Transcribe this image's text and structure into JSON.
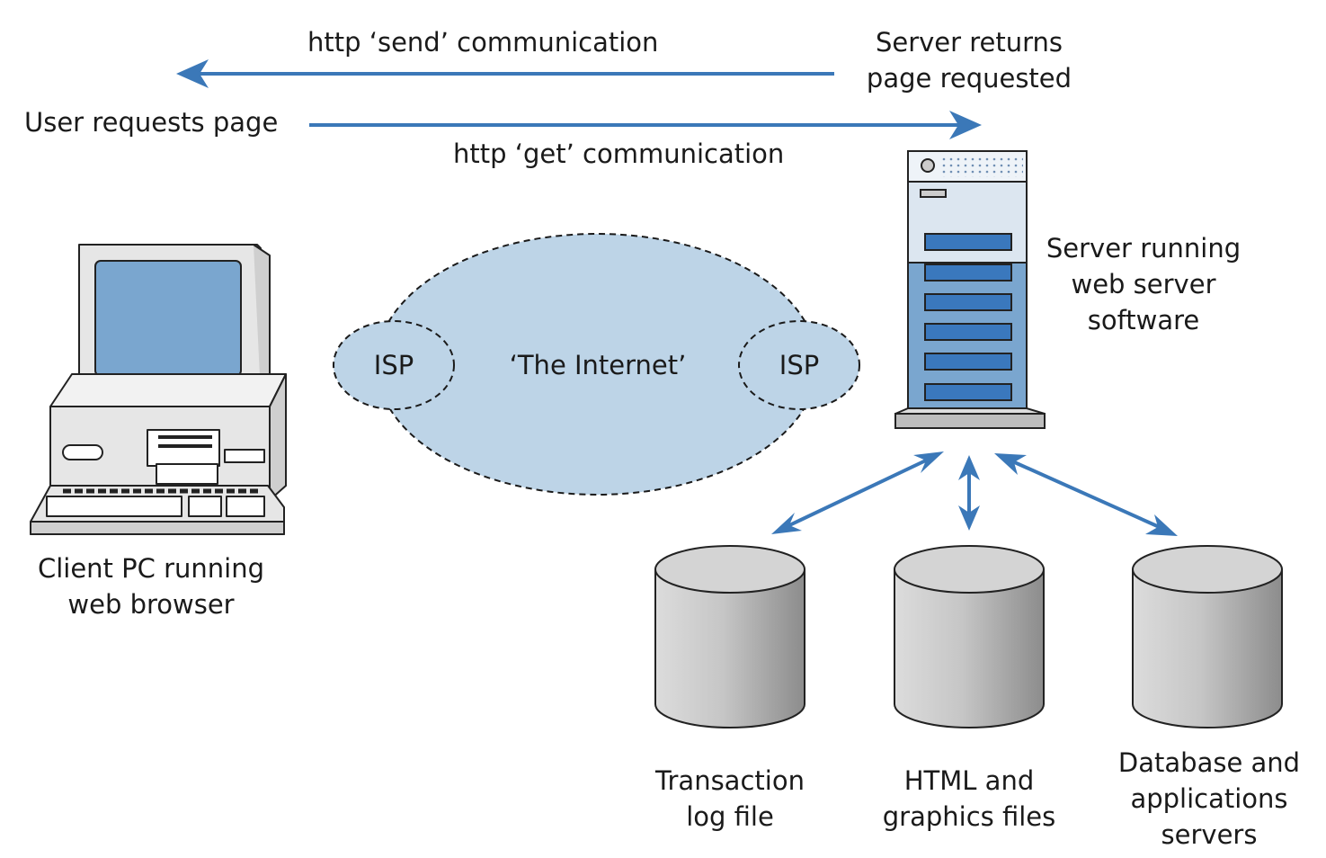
{
  "communication": {
    "send_label": "http ‘send’ communication",
    "get_label": "http ‘get’ communication",
    "server_returns": [
      "Server returns",
      "page requested"
    ],
    "user_requests": "User requests page"
  },
  "network": {
    "internet_label": "‘The Internet’",
    "isp_left": "ISP",
    "isp_right": "ISP"
  },
  "client": {
    "caption": [
      "Client PC running",
      "web browser"
    ]
  },
  "server": {
    "caption": [
      "Server running",
      "web server",
      "software"
    ]
  },
  "storage": [
    {
      "caption": [
        "Transaction",
        "log file"
      ]
    },
    {
      "caption": [
        "HTML and",
        "graphics files"
      ]
    },
    {
      "caption": [
        "Database and",
        "applications",
        "servers"
      ]
    }
  ],
  "colors": {
    "arrow": "#3b78b8",
    "cloud_fill": "#bdd4e7",
    "screen": "#7aa6cf",
    "drive_slot": "#3a78bd",
    "device_gray": "#e6e6e6"
  }
}
